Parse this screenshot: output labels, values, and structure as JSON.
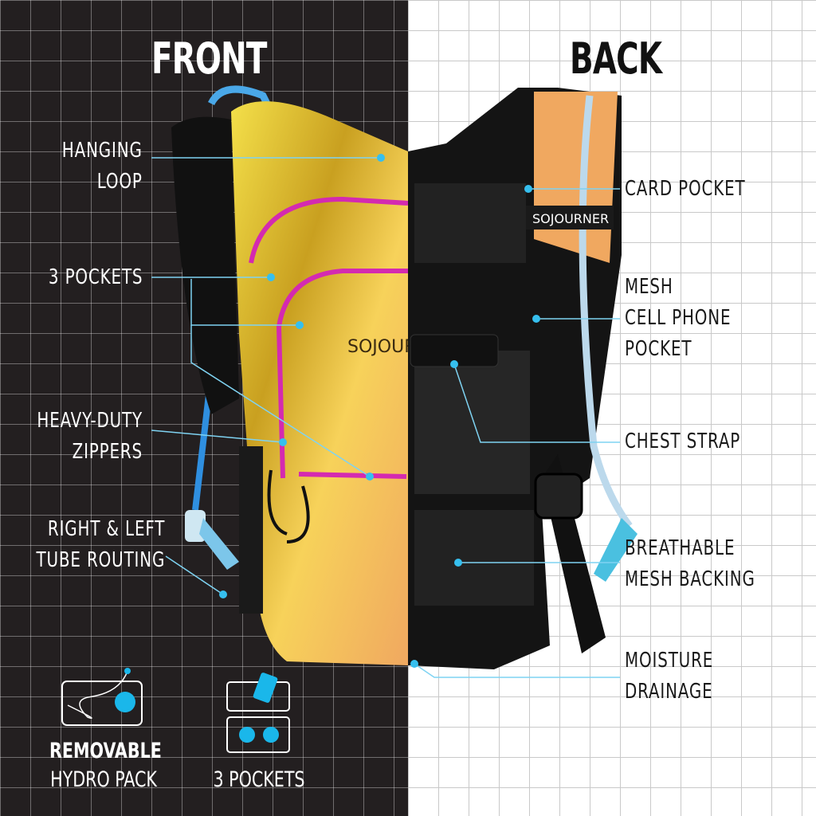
{
  "headings": {
    "front": "FRONT",
    "back": "BACK"
  },
  "brand": "SOJOURNER",
  "front_brand_partial": "SOJOUR",
  "front_labels": [
    {
      "text": "HANGING\nLOOP"
    },
    {
      "text": "3 POCKETS"
    },
    {
      "text": "HEAVY-DUTY\nZIPPERS"
    },
    {
      "text": "RIGHT & LEFT\nTUBE ROUTING"
    }
  ],
  "back_labels": [
    {
      "text": "CARD POCKET"
    },
    {
      "text": "MESH\nCELL PHONE\nPOCKET"
    },
    {
      "text": "CHEST STRAP"
    },
    {
      "text": "BREATHABLE\nMESH BACKING"
    },
    {
      "text": "MOISTURE\nDRAINAGE"
    }
  ],
  "features": [
    {
      "icon": "hydration-bladder-icon",
      "title": "REMOVABLE",
      "subtitle": "HYDRO PACK"
    },
    {
      "icon": "phone-and-sunglasses-pockets-icon",
      "title": "",
      "subtitle": "3 POCKETS"
    }
  ],
  "colors": {
    "accent": "#1ab7ea",
    "dark_bg": "#231f20",
    "gold": "#e8c43a",
    "magenta": "#d42ab0"
  }
}
